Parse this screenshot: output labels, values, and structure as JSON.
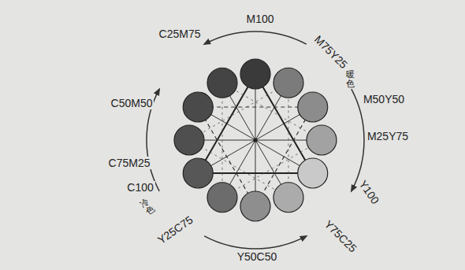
{
  "diagram": {
    "labels": [
      "M100",
      "M75Y25",
      "暖色",
      "M50Y50",
      "M25Y75",
      "Y100",
      "Y75C25",
      "Y50C50",
      "Y25C75",
      "冷色",
      "C100",
      "C75M25",
      "C50M50",
      "C25M75"
    ]
  }
}
